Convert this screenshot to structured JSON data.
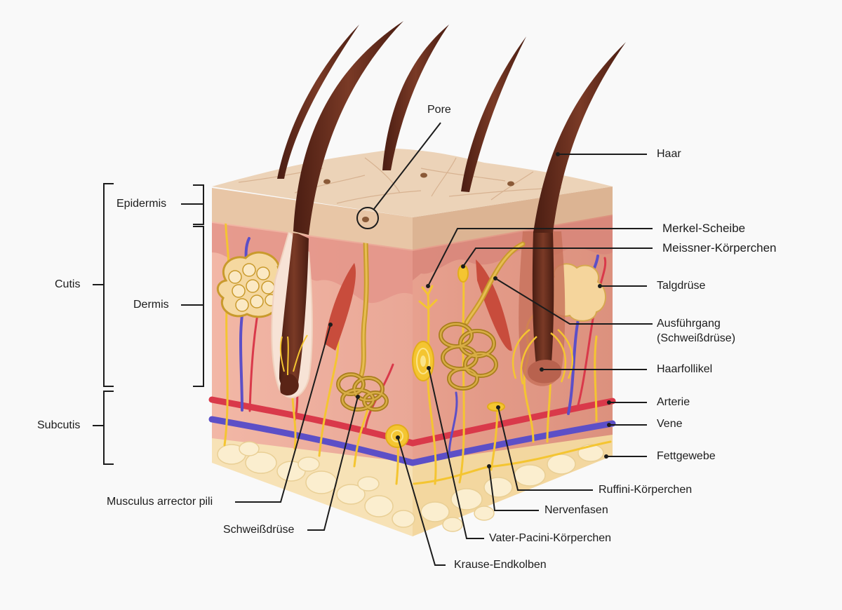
{
  "labels": {
    "pore": "Pore",
    "haar": "Haar",
    "merkel": "Merkel-Scheibe",
    "meissner": "Meissner-Körperchen",
    "talgdruese": "Talgdrüse",
    "ausfuehrgang_1": "Ausführgang",
    "ausfuehrgang_2": "(Schweißdrüse)",
    "haarfollikel": "Haarfollikel",
    "arterie": "Arterie",
    "vene": "Vene",
    "fettgewebe": "Fettgewebe",
    "ruffini": "Ruffini-Körperchen",
    "nervenfasen": "Nervenfasen",
    "vater_pacini": "Vater-Pacini-Körperchen",
    "krause": "Krause-Endkolben",
    "schweissdruese": "Schweißdrüse",
    "musculus": "Musculus arrector pili",
    "epidermis": "Epidermis",
    "dermis": "Dermis",
    "cutis": "Cutis",
    "subcutis": "Subcutis"
  },
  "colors": {
    "background": "#f9f9f9",
    "epidermis_surface": "#ecd3b8",
    "dermis": "#f0b3a2",
    "hair": "#6b2e1e",
    "nerve": "#f4c531",
    "artery": "#d9394a",
    "vein": "#5c4fc7",
    "fat": "#f7e2b6",
    "sweat_gland": "#c99a2c",
    "label_line": "#1c1c1c"
  }
}
